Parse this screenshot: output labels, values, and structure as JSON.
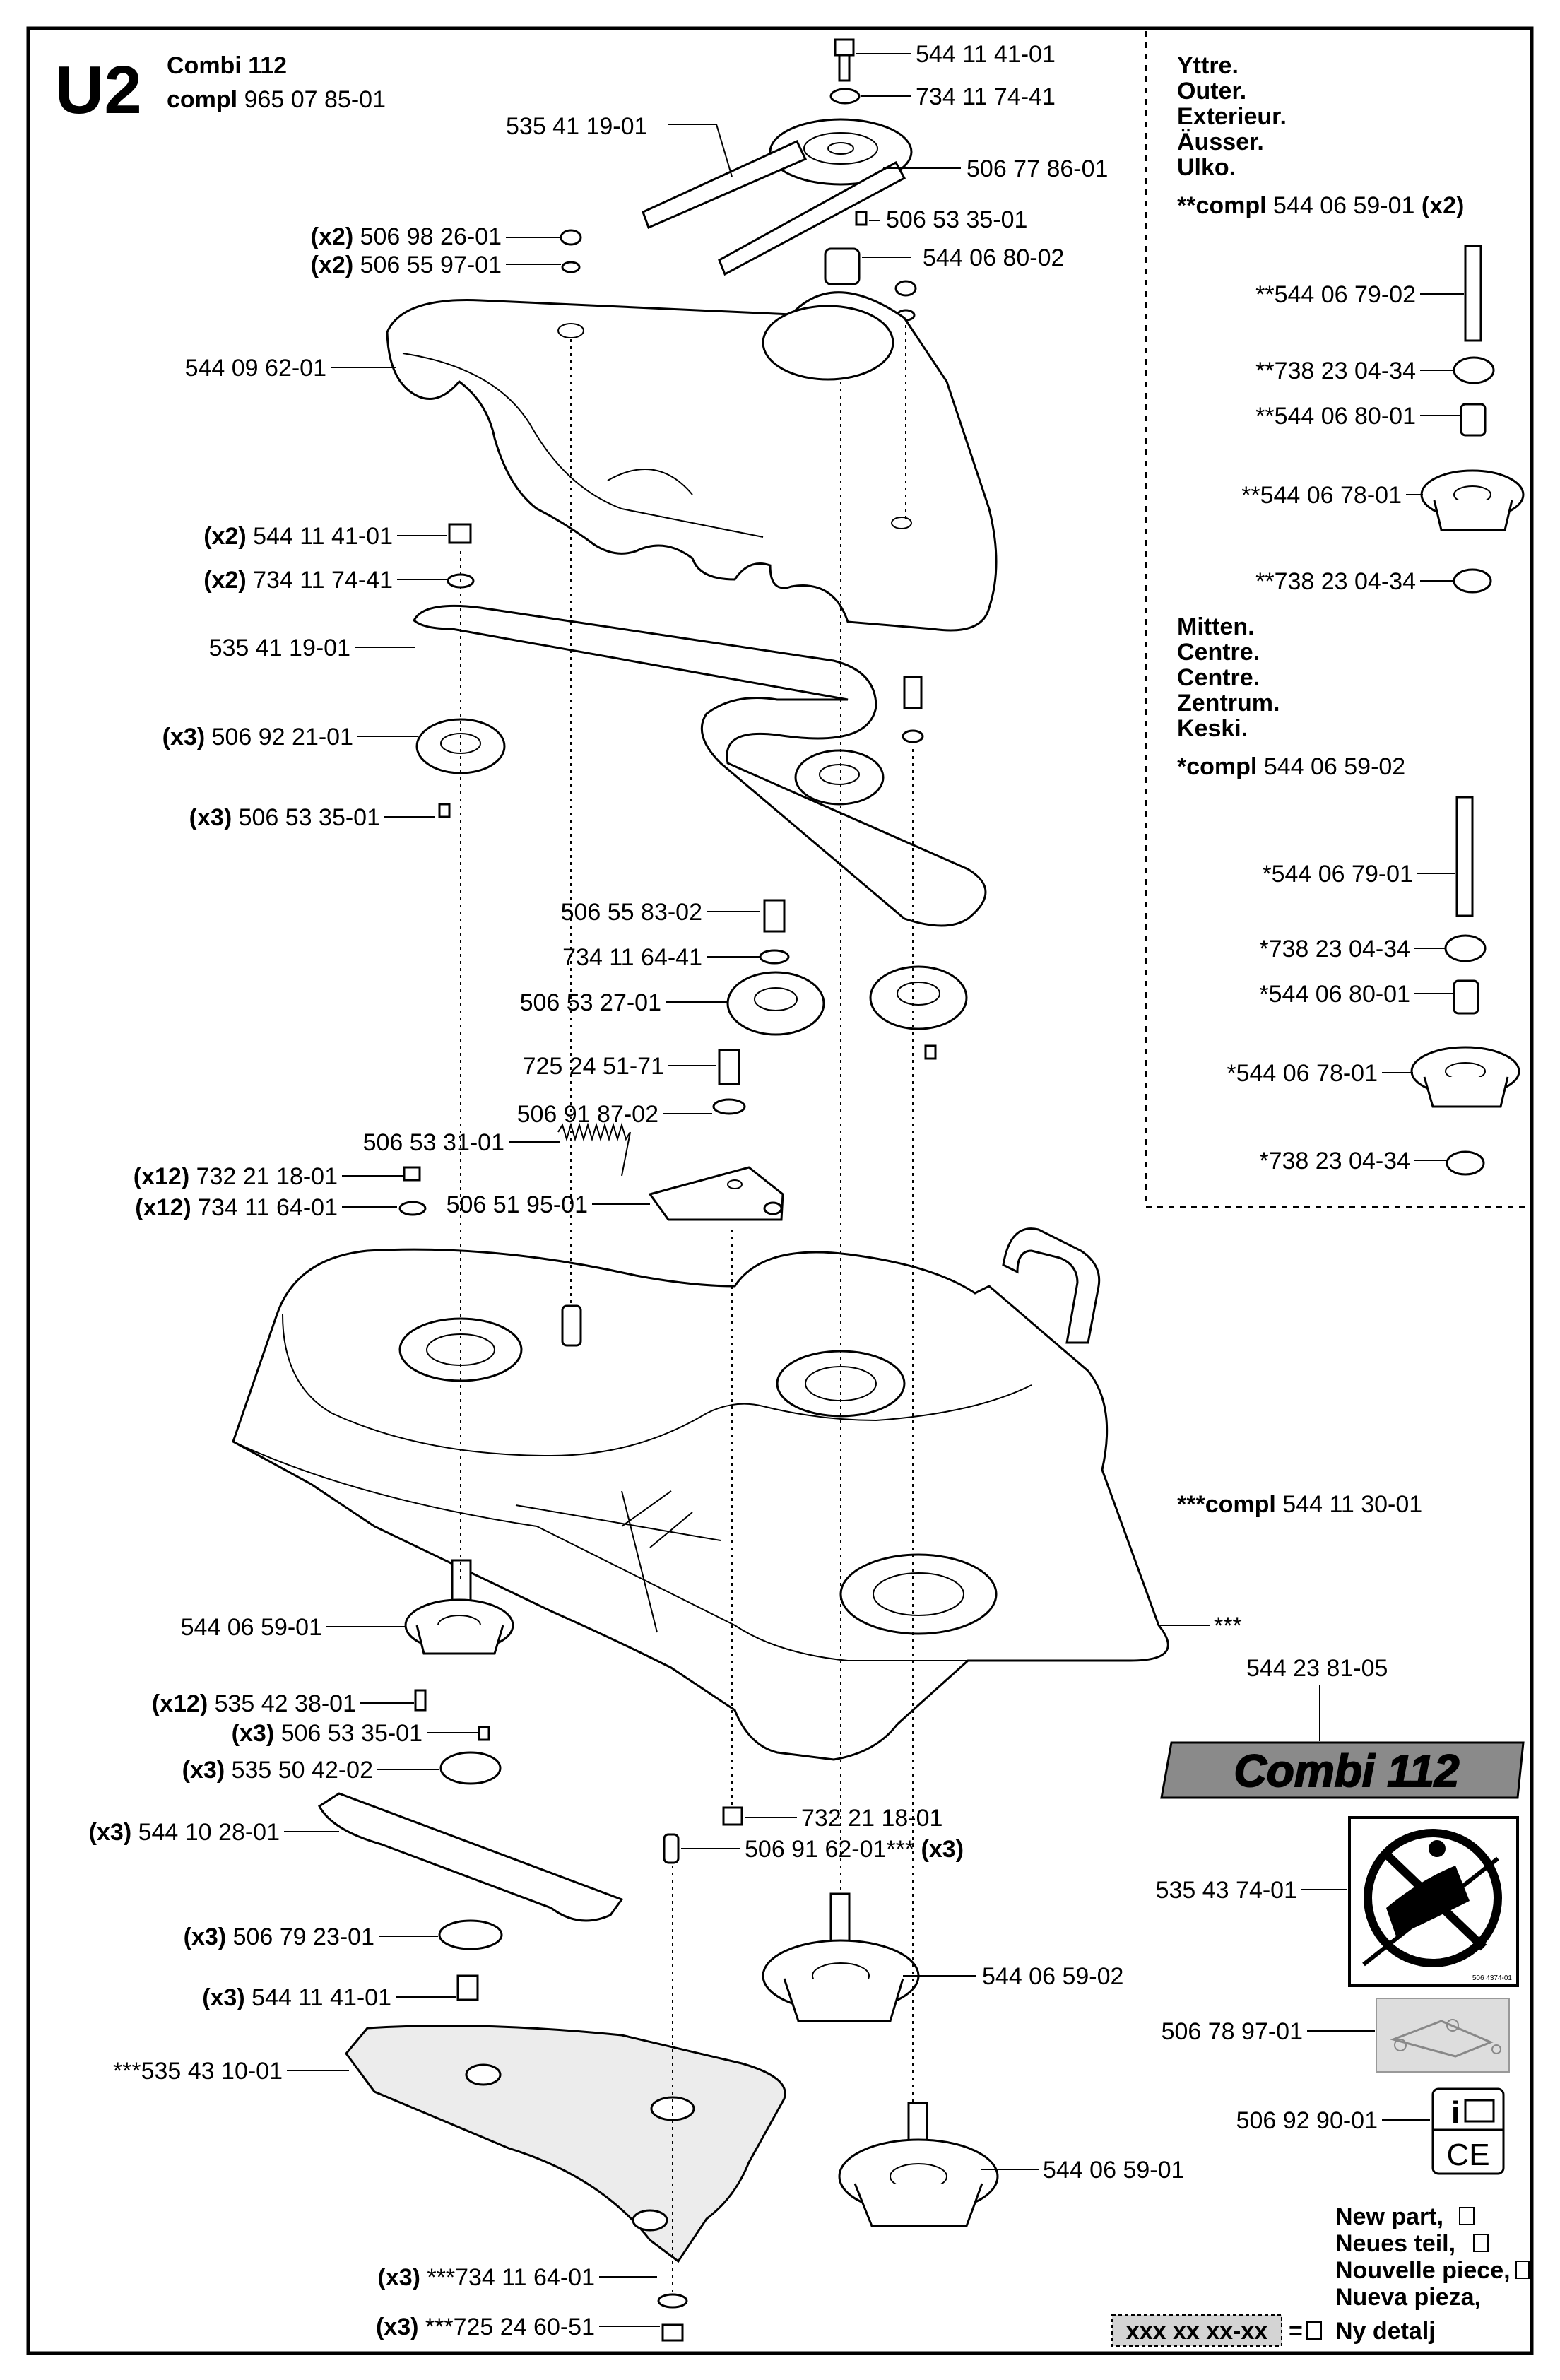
{
  "header": {
    "code": "U2",
    "model": "Combi 112",
    "compl_word": "compl",
    "compl_number": "965 07 85-01"
  },
  "inset": {
    "outer": {
      "titles": [
        "Yttre.",
        "Outer.",
        "Exterieur.",
        "Äusser.",
        "Ulko."
      ],
      "compl_prefix": "**compl",
      "compl_number": "544 06 59-01",
      "compl_qty": "(x2)",
      "parts": [
        "**544 06 79-02",
        "**738 23 04-34",
        "**544 06 80-01",
        "**544 06 78-01",
        "**738 23 04-34"
      ]
    },
    "center": {
      "titles": [
        "Mitten.",
        "Centre.",
        "Centre.",
        "Zentrum.",
        "Keski."
      ],
      "compl_prefix": "*compl",
      "compl_number": "544 06 59-02",
      "parts": [
        "*544 06 79-01",
        "*738 23 04-34",
        "*544 06 80-01",
        "*544 06 78-01",
        "*738 23 04-34"
      ]
    }
  },
  "callouts": {
    "c01": {
      "qty": "",
      "text": "544 11 41-01"
    },
    "c02": {
      "qty": "",
      "text": "734 11 74-41"
    },
    "c03": {
      "qty": "",
      "text": "535 41 19-01"
    },
    "c04": {
      "qty": "",
      "text": "506 77 86-01"
    },
    "c05": {
      "qty": "",
      "text": "506 53 35-01"
    },
    "c06": {
      "qty": "(x2)",
      "text": "506 98 26-01"
    },
    "c07": {
      "qty": "(x2)",
      "text": "506 55 97-01"
    },
    "c08": {
      "qty": "",
      "text": "544 06 80-02"
    },
    "c09": {
      "qty": "",
      "text": "544 09 62-01"
    },
    "c10": {
      "qty": "(x2)",
      "text": "544 11 41-01"
    },
    "c11": {
      "qty": "(x2)",
      "text": "734 11 74-41"
    },
    "c12": {
      "qty": "",
      "text": "535 41 19-01"
    },
    "c13": {
      "qty": "(x3)",
      "text": "506 92 21-01"
    },
    "c14": {
      "qty": "(x3)",
      "text": "506 53 35-01"
    },
    "c15": {
      "qty": "",
      "text": "506 55 83-02"
    },
    "c16": {
      "qty": "",
      "text": "734 11 64-41"
    },
    "c17": {
      "qty": "",
      "text": "506 53 27-01"
    },
    "c18": {
      "qty": "",
      "text": "725 24 51-71"
    },
    "c19": {
      "qty": "",
      "text": "506 91 87-02"
    },
    "c20": {
      "qty": "",
      "text": "506 53 31-01"
    },
    "c21": {
      "qty": "(x12)",
      "text": "732 21 18-01"
    },
    "c22": {
      "qty": "(x12)",
      "text": "734 11 64-01"
    },
    "c23": {
      "qty": "",
      "text": "506 51 95-01"
    },
    "c24": {
      "qty": "",
      "text": "544 06 59-01"
    },
    "c25": {
      "qty": "(x12)",
      "text": "535 42 38-01"
    },
    "c26": {
      "qty": "(x3)",
      "text": "506 53 35-01"
    },
    "c27": {
      "qty": "(x3)",
      "text": "535 50 42-02"
    },
    "c28": {
      "qty": "(x3)",
      "text": "544 10 28-01"
    },
    "c29": {
      "qty": "(x3)",
      "text": "506 79 23-01"
    },
    "c30": {
      "qty": "(x3)",
      "text": "544 11 41-01"
    },
    "c31": {
      "qty": "",
      "text": "***535 43 10-01"
    },
    "c32": {
      "qty": "(x3)",
      "text": "***734 11 64-01"
    },
    "c33": {
      "qty": "(x3)",
      "text": "***725 24 60-51"
    },
    "c34": {
      "qty": "",
      "text": "732 21 18-01"
    },
    "c35": {
      "qty": "",
      "text": "506 91 62-01***"
    },
    "c35q": {
      "qty": "(x3)",
      "text": ""
    },
    "c36": {
      "qty": "",
      "text": "544 06 59-02"
    },
    "c37": {
      "qty": "",
      "text": "544 06 59-01"
    },
    "c38": {
      "qty": "",
      "text": "***"
    },
    "c39": {
      "qty": "",
      "text": "544 23 81-05"
    },
    "c40": {
      "qty": "",
      "text": "535 43 74-01"
    },
    "c41": {
      "qty": "",
      "text": "506 78 97-01"
    },
    "c42": {
      "qty": "",
      "text": "506 92 90-01"
    }
  },
  "deck_compl": {
    "prefix": "***compl",
    "number": "544 11 30-01"
  },
  "decal": {
    "name": "Combi 112",
    "sticker_code": "506 4374-01"
  },
  "ce_mark": "CE",
  "info_mark": "i",
  "legend": {
    "lines": [
      "New part,",
      "Neues teil,",
      "Nouvelle piece,",
      "Nueva pieza,",
      "Ny detalj"
    ],
    "box_text": "xxx xx xx-xx",
    "equals": "="
  }
}
